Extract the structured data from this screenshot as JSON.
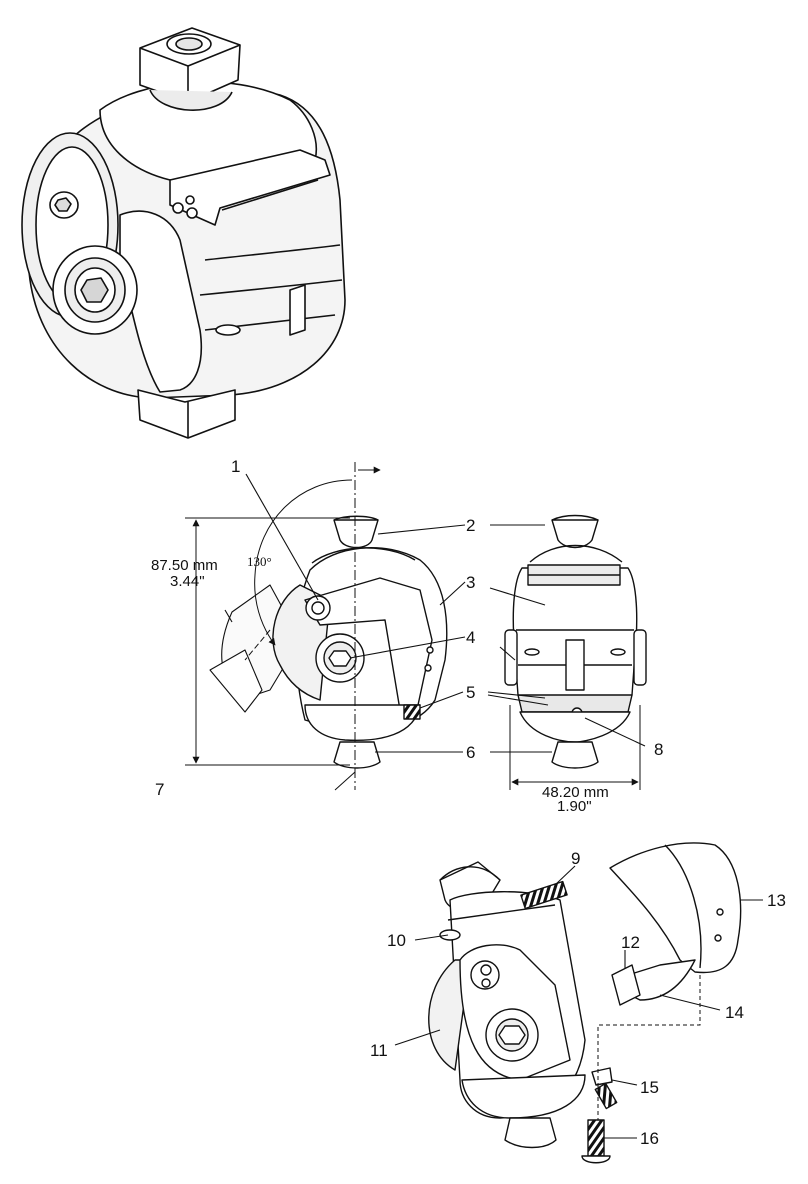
{
  "colors": {
    "ink": "#111111",
    "paper": "#ffffff",
    "shade_light": "#e9e9e9",
    "shade_mid": "#c9c9c9",
    "shade_dark": "#8a8a8a"
  },
  "callouts": {
    "c1": "1",
    "c2a": "2",
    "c2b": "2",
    "c3a": "3",
    "c3b": "3",
    "c4a": "4",
    "c4b": "4",
    "c5": "5",
    "c6": "6",
    "c7": "7",
    "c8": "8",
    "c9": "9",
    "c10": "10",
    "c11": "11",
    "c12": "12",
    "c13": "13",
    "c14": "14",
    "c15": "15",
    "c16": "16"
  },
  "dimensions": {
    "height_metric": "87.50 mm",
    "height_imperial": "3.44\"",
    "width_metric": "48.20 mm",
    "width_imperial": "1.90\"",
    "flexion_angle": "130°"
  }
}
